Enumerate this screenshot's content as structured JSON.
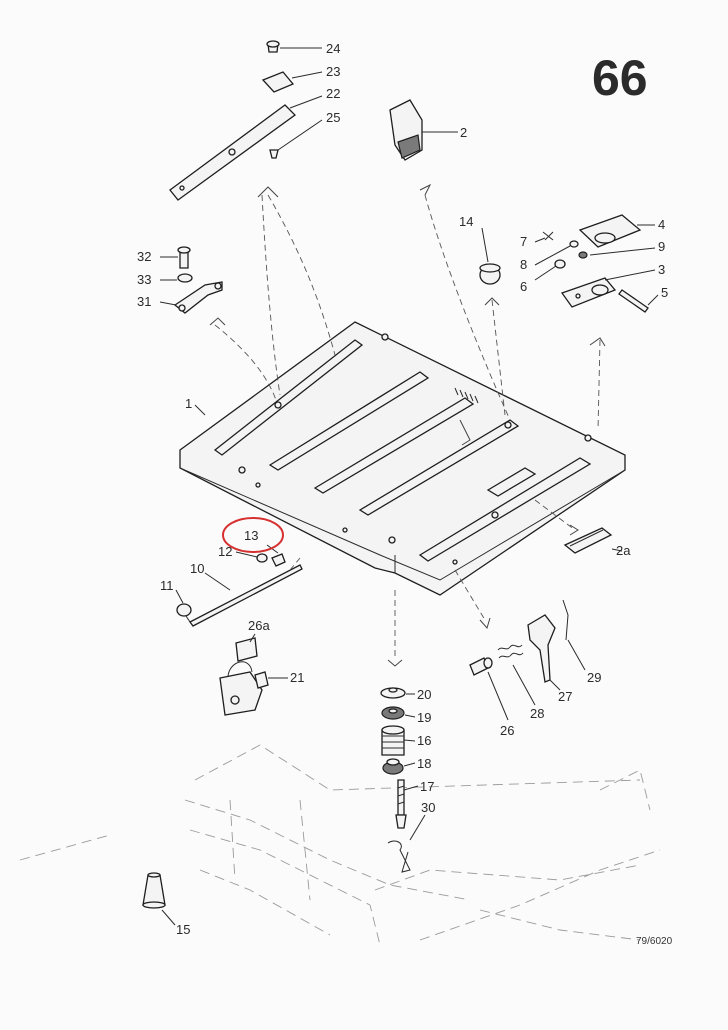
{
  "page_number": "66",
  "reference_code": "79/6020",
  "callouts": {
    "p1": "1",
    "p2": "2",
    "p2a": "2a",
    "p3": "3",
    "p4": "4",
    "p5": "5",
    "p6": "6",
    "p7": "7",
    "p8": "8",
    "p9": "9",
    "p10": "10",
    "p11": "11",
    "p12": "12",
    "p13": "13",
    "p14": "14",
    "p15": "15",
    "p16": "16",
    "p17": "17",
    "p18": "18",
    "p19": "19",
    "p20": "20",
    "p21": "21",
    "p22": "22",
    "p23": "23",
    "p24": "24",
    "p25": "25",
    "p26": "26",
    "p26a": "26a",
    "p27": "27",
    "p28": "28",
    "p29": "29",
    "p30": "30",
    "p31": "31",
    "p32": "32",
    "p33": "33"
  },
  "highlight": {
    "callout": "13",
    "color": "#d63030"
  }
}
